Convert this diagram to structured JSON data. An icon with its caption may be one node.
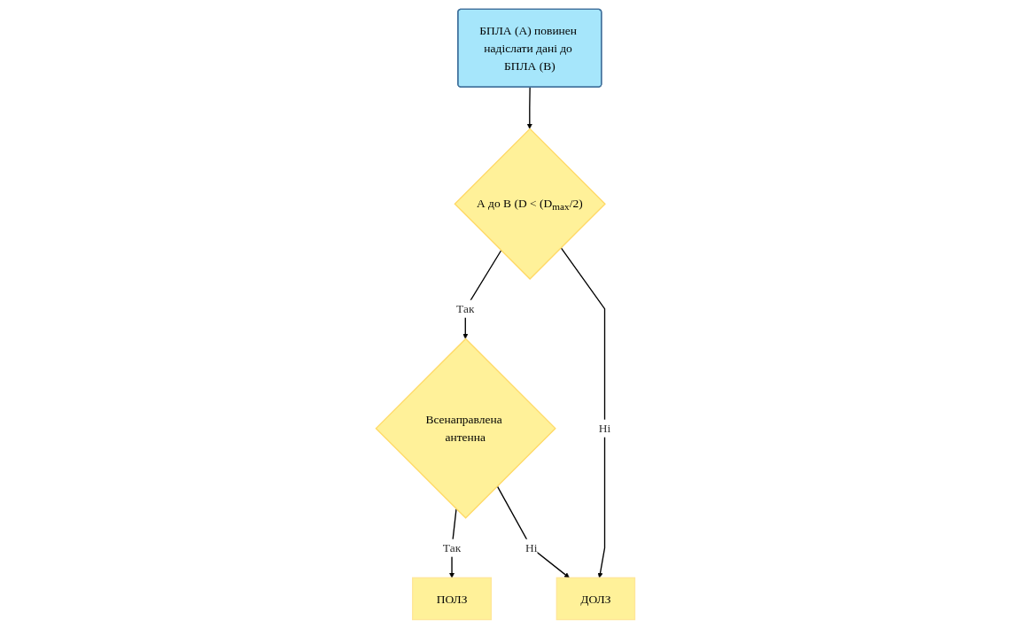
{
  "diagram": {
    "nodes": [
      {
        "text": [
          "БПЛА (А) повинен надіслати дані до БПЛА (В)"
        ]
      },
      {
        "text": [
          "А до В (D < (D$_{max}$/2)"
        ]
      },
      {
        "text": [
          "Всенаправлена антенна"
        ]
      },
      {
        "text": [
          "ПОЛЗ"
        ]
      },
      {
        "text": [
          "ДОЛЗ"
        ]
      }
    ],
    "edges": [
      {
        "from": 0,
        "to": 1,
        "arrow": "to"
      },
      {
        "from": 1,
        "to": 2,
        "arrow": "to",
        "label": "Так"
      },
      {
        "from": 1,
        "to": 4,
        "arrow": "to",
        "label": "Ні"
      },
      {
        "from": 2,
        "to": 3,
        "arrow": "to",
        "label": "Так"
      },
      {
        "from": 2,
        "to": 4,
        "arrow": "to",
        "label": "Ні"
      }
    ]
  }
}
